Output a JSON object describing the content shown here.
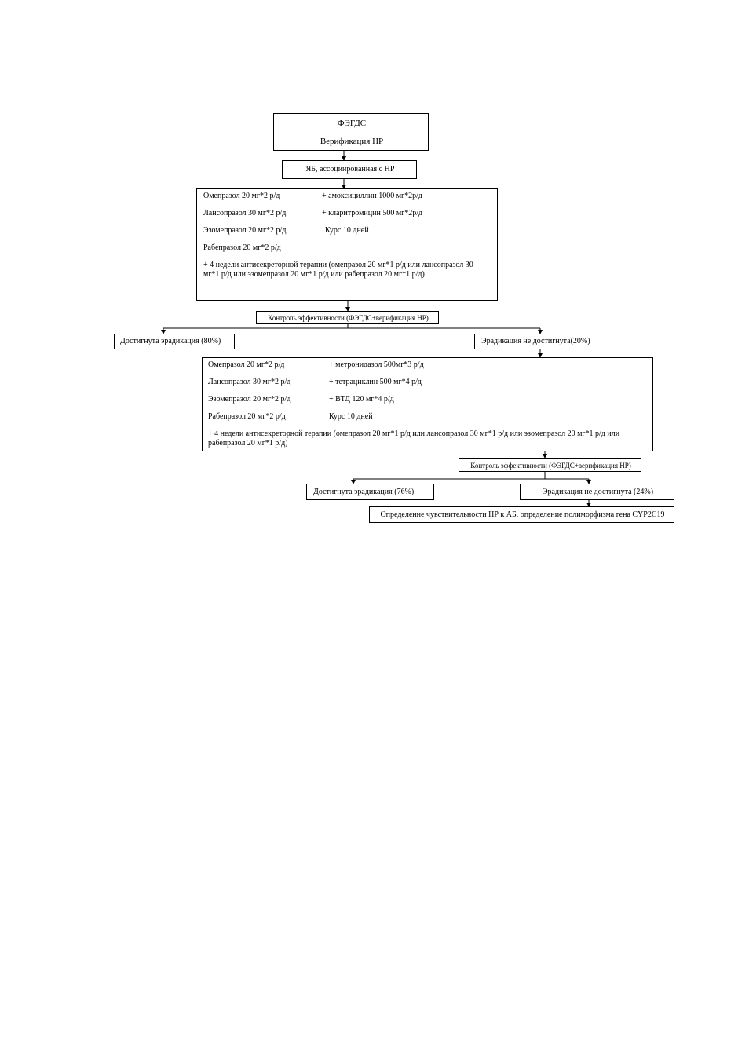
{
  "top": {
    "line1": "ФЭГДС",
    "line2": "Верификация НР"
  },
  "diagnosis": "ЯБ, ассоциированная с НР",
  "regimen1": {
    "ppi": [
      "Омепразол 20 мг*2 р/д",
      "Лансопразол 30 мг*2 р/д",
      "Эзомепразол 20 мг*2 р/д",
      "Рабепразол 20 мг*2 р/д"
    ],
    "add": [
      "+ амоксициллин 1000 мг*2р/д",
      "+ кларитромицин 500 мг*2р/д",
      "Курс 10 дней"
    ],
    "note": "+ 4 недели антисекреторной терапии (омепразол 20 мг*1 р/д или лансопразол 30 мг*1 р/д или эзомепразол 20 мг*1 р/д или рабепразол 20 мг*1 р/д)"
  },
  "control1": "Контроль эффективности (ФЭГДС+верификация НР)",
  "result1": {
    "success": "Достигнута эрадикация (80%)",
    "fail": "Эрадикация  не достигнута(20%)"
  },
  "regimen2": {
    "ppi": [
      "Омепразол 20 мг*2 р/д",
      "Лансопразол 30 мг*2 р/д",
      "Эзомепразол 20 мг*2 р/д",
      "Рабепразол 20 мг*2 р/д"
    ],
    "add": [
      "+ метронидазол 500мг*3 р/д",
      "+ тетрациклин 500 мг*4 р/д",
      "+ ВТД 120 мг*4 р/д",
      "Курс 10 дней"
    ],
    "note": "+ 4 недели антисекреторной терапии (омепразол 20 мг*1 р/д или лансопразол 30 мг*1 р/д или эзомепразол 20 мг*1 р/д или рабепразол 20 мг*1 р/д)"
  },
  "control2": "Контроль эффективности (ФЭГДС+верификация НР)",
  "result2": {
    "success": "Достигнута эрадикация (76%)",
    "fail": "Эрадикация  не достигнута (24%)"
  },
  "final": "Определение чувствительности НР к АБ, определение полиморфизма гена CYP2C19"
}
